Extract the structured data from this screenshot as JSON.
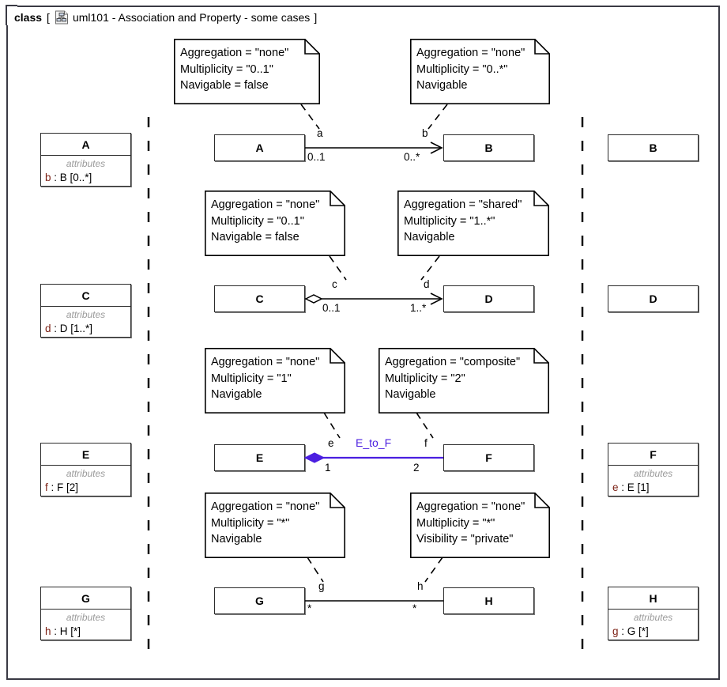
{
  "frame": {
    "kind": "class",
    "bracket_open": "[",
    "bracket_close": "]",
    "name": "uml101 - Association and Property - some cases",
    "icon": "class-diagram-icon"
  },
  "colors": {
    "line": "#000000",
    "accent_purple": "#4b1fe0",
    "attribute_name": "#7b1f13",
    "attributes_label": "#9a9a9a",
    "frame_border": "#3a3a44",
    "box_border": "#2b2b2b"
  },
  "left_classes": [
    {
      "name": "A",
      "attributes_label": "attributes",
      "attributes": [
        {
          "prop": "b",
          "type": " : B [0..*]"
        }
      ]
    },
    {
      "name": "C",
      "attributes_label": "attributes",
      "attributes": [
        {
          "prop": "d",
          "type": " : D [1..*]"
        }
      ]
    },
    {
      "name": "E",
      "attributes_label": "attributes",
      "attributes": [
        {
          "prop": "f",
          "type": " : F [2]"
        }
      ]
    },
    {
      "name": "G",
      "attributes_label": "attributes",
      "attributes": [
        {
          "prop": "h",
          "type": " : H [*]"
        }
      ]
    }
  ],
  "right_classes": [
    {
      "name": "B",
      "attributes_label": "",
      "attributes": []
    },
    {
      "name": "D",
      "attributes_label": "",
      "attributes": []
    },
    {
      "name": "F",
      "attributes_label": "attributes",
      "attributes": [
        {
          "prop": "e",
          "type": " : E [1]"
        }
      ]
    },
    {
      "name": "H",
      "attributes_label": "attributes",
      "attributes": [
        {
          "prop": "g",
          "type": " : G [*]"
        }
      ]
    }
  ],
  "associations": [
    {
      "id": "a-b",
      "source": {
        "name": "A",
        "role": "a",
        "multiplicity": "0..1"
      },
      "target": {
        "name": "B",
        "role": "b",
        "multiplicity": "0..*"
      },
      "assoc_name": "",
      "source_end_marker": "none",
      "target_end_marker": "open-arrow",
      "line_color": "#000000",
      "source_note": [
        "Aggregation = \"none\"",
        "Multiplicity = \"0..1\"",
        "Navigable = false"
      ],
      "target_note": [
        "Aggregation = \"none\"",
        "Multiplicity = \"0..*\"",
        "Navigable"
      ]
    },
    {
      "id": "c-d",
      "source": {
        "name": "C",
        "role": "c",
        "multiplicity": "0..1"
      },
      "target": {
        "name": "D",
        "role": "d",
        "multiplicity": "1..*"
      },
      "assoc_name": "",
      "source_end_marker": "hollow-diamond",
      "target_end_marker": "open-arrow",
      "line_color": "#000000",
      "source_note": [
        "Aggregation = \"none\"",
        "Multiplicity = \"0..1\"",
        "Navigable = false"
      ],
      "target_note": [
        "Aggregation = \"shared\"",
        "Multiplicity = \"1..*\"",
        "Navigable"
      ]
    },
    {
      "id": "e-f",
      "source": {
        "name": "E",
        "role": "e",
        "multiplicity": "1"
      },
      "target": {
        "name": "F",
        "role": "f",
        "multiplicity": "2"
      },
      "assoc_name": "E_to_F",
      "source_end_marker": "filled-diamond",
      "target_end_marker": "none",
      "line_color": "#4b1fe0",
      "source_note": [
        "Aggregation = \"none\"",
        "Multiplicity = \"1\"",
        "Navigable"
      ],
      "target_note": [
        "Aggregation = \"composite\"",
        "Multiplicity = \"2\"",
        "Navigable"
      ]
    },
    {
      "id": "g-h",
      "source": {
        "name": "G",
        "role": "g",
        "multiplicity": "*"
      },
      "target": {
        "name": "H",
        "role": "h",
        "multiplicity": "*"
      },
      "assoc_name": "",
      "source_end_marker": "none",
      "target_end_marker": "none",
      "line_color": "#000000",
      "source_note": [
        "Aggregation = \"none\"",
        "Multiplicity = \"*\"",
        "Navigable"
      ],
      "target_note": [
        "Aggregation = \"none\"",
        "Multiplicity = \"*\"",
        "Visibility = \"private\""
      ]
    }
  ],
  "notes": [
    {
      "id": "note-a",
      "lines": [
        "Aggregation = \"none\"",
        "Multiplicity = \"0..1\"",
        "Navigable = false"
      ]
    },
    {
      "id": "note-b",
      "lines": [
        "Aggregation = \"none\"",
        "Multiplicity = \"0..*\"",
        "Navigable"
      ]
    },
    {
      "id": "note-c",
      "lines": [
        "Aggregation = \"none\"",
        "Multiplicity = \"0..1\"",
        "Navigable = false"
      ]
    },
    {
      "id": "note-d",
      "lines": [
        "Aggregation = \"shared\"",
        "Multiplicity = \"1..*\"",
        "Navigable"
      ]
    },
    {
      "id": "note-e",
      "lines": [
        "Aggregation = \"none\"",
        "Multiplicity = \"1\"",
        "Navigable"
      ]
    },
    {
      "id": "note-f",
      "lines": [
        "Aggregation = \"composite\"",
        "Multiplicity = \"2\"",
        "Navigable"
      ]
    },
    {
      "id": "note-g",
      "lines": [
        "Aggregation = \"none\"",
        "Multiplicity = \"*\"",
        "Navigable"
      ]
    },
    {
      "id": "note-h",
      "lines": [
        "Aggregation = \"none\"",
        "Multiplicity = \"*\"",
        "Visibility = \"private\""
      ]
    }
  ]
}
